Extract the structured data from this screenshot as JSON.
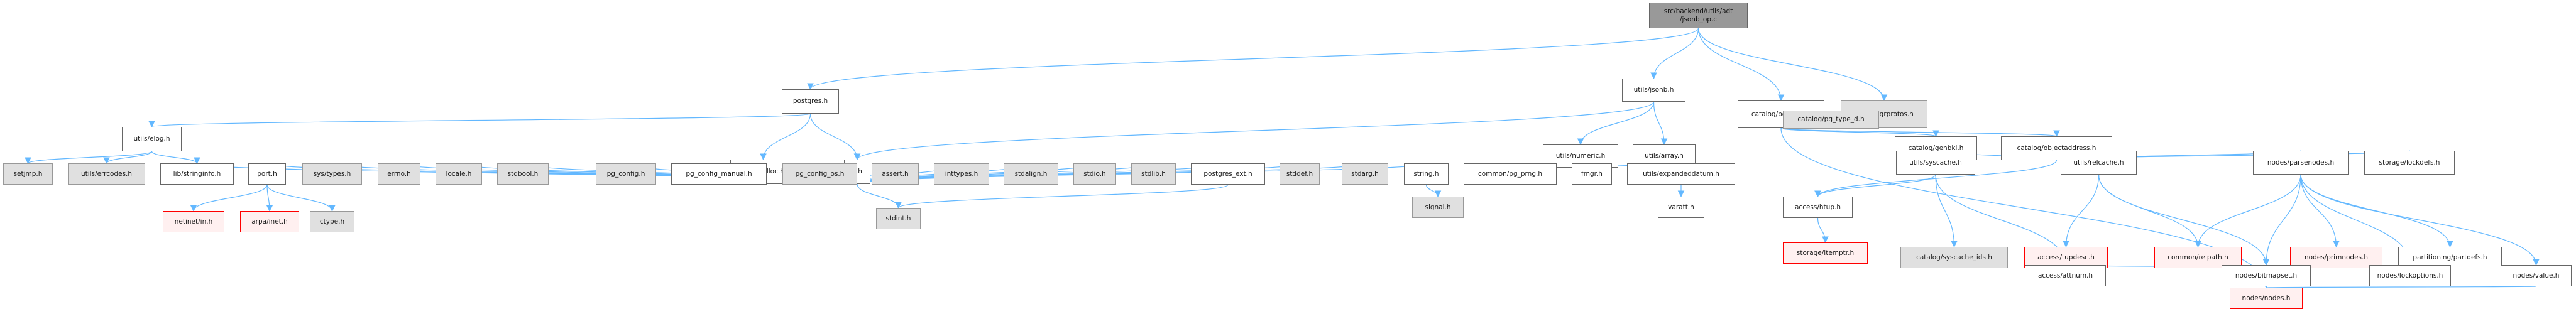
{
  "title": "src/backend/utils/adt/jsonb_op.c",
  "colors": {
    "edge": "#63b8ff",
    "root_fill": "#999999",
    "plain_fill": "#ffffff",
    "system_fill": "#e0e0e0",
    "missing_fill": "#fff0f0",
    "missing_border": "#ff0000"
  },
  "nodes": [
    {
      "id": "root",
      "label": "src/backend/utils/adt\n/jsonb_op.c",
      "style": "root"
    },
    {
      "id": "postgres",
      "label": "postgres.h",
      "style": "white"
    },
    {
      "id": "jsonb",
      "label": "utils/jsonb.h",
      "style": "white"
    },
    {
      "id": "pg_type",
      "label": "catalog/pg_type.h",
      "style": "white"
    },
    {
      "id": "fmgrprotos",
      "label": "utils/fmgrprotos.h",
      "style": "gray"
    },
    {
      "id": "elog",
      "label": "utils/elog.h",
      "style": "white"
    },
    {
      "id": "palloc",
      "label": "utils/palloc.h",
      "style": "white"
    },
    {
      "id": "c",
      "label": "c.h",
      "style": "white"
    },
    {
      "id": "numeric",
      "label": "utils/numeric.h",
      "style": "white"
    },
    {
      "id": "array",
      "label": "utils/array.h",
      "style": "white"
    },
    {
      "id": "pg_type_d",
      "label": "catalog/pg_type_d.h",
      "style": "gray"
    },
    {
      "id": "genbki",
      "label": "catalog/genbki.h",
      "style": "white"
    },
    {
      "id": "objectaddress",
      "label": "catalog/objectaddress.h",
      "style": "white"
    },
    {
      "id": "setjmp",
      "label": "setjmp.h",
      "style": "gray"
    },
    {
      "id": "errcodes",
      "label": "utils/errcodes.h",
      "style": "gray"
    },
    {
      "id": "stringinfo",
      "label": "lib/stringinfo.h",
      "style": "white"
    },
    {
      "id": "port",
      "label": "port.h",
      "style": "white"
    },
    {
      "id": "systypes",
      "label": "sys/types.h",
      "style": "gray"
    },
    {
      "id": "errno",
      "label": "errno.h",
      "style": "gray"
    },
    {
      "id": "locale",
      "label": "locale.h",
      "style": "gray"
    },
    {
      "id": "stdbool",
      "label": "stdbool.h",
      "style": "gray"
    },
    {
      "id": "pg_config",
      "label": "pg_config.h",
      "style": "gray"
    },
    {
      "id": "pg_config_manual",
      "label": "pg_config_manual.h",
      "style": "white"
    },
    {
      "id": "pg_config_os",
      "label": "pg_config_os.h",
      "style": "gray"
    },
    {
      "id": "assert",
      "label": "assert.h",
      "style": "gray"
    },
    {
      "id": "inttypes",
      "label": "inttypes.h",
      "style": "gray"
    },
    {
      "id": "stdalign",
      "label": "stdalign.h",
      "style": "gray"
    },
    {
      "id": "stdio",
      "label": "stdio.h",
      "style": "gray"
    },
    {
      "id": "stdlib",
      "label": "stdlib.h",
      "style": "gray"
    },
    {
      "id": "postgres_ext",
      "label": "postgres_ext.h",
      "style": "white"
    },
    {
      "id": "stddef",
      "label": "stddef.h",
      "style": "gray"
    },
    {
      "id": "stdarg",
      "label": "stdarg.h",
      "style": "gray"
    },
    {
      "id": "string",
      "label": "string.h",
      "style": "white"
    },
    {
      "id": "pg_prng",
      "label": "common/pg_prng.h",
      "style": "white"
    },
    {
      "id": "fmgr",
      "label": "fmgr.h",
      "style": "white"
    },
    {
      "id": "expandeddatum",
      "label": "utils/expandeddatum.h",
      "style": "white"
    },
    {
      "id": "syscache",
      "label": "utils/syscache.h",
      "style": "white"
    },
    {
      "id": "relcache",
      "label": "utils/relcache.h",
      "style": "white"
    },
    {
      "id": "parsenodes",
      "label": "nodes/parsenodes.h",
      "style": "white"
    },
    {
      "id": "lockdefs",
      "label": "storage/lockdefs.h",
      "style": "white"
    },
    {
      "id": "netinet_in",
      "label": "netinet/in.h",
      "style": "red"
    },
    {
      "id": "arpa_inet",
      "label": "arpa/inet.h",
      "style": "red"
    },
    {
      "id": "ctype",
      "label": "ctype.h",
      "style": "gray"
    },
    {
      "id": "stdint",
      "label": "stdint.h",
      "style": "gray"
    },
    {
      "id": "signal",
      "label": "signal.h",
      "style": "gray"
    },
    {
      "id": "varatt",
      "label": "varatt.h",
      "style": "white"
    },
    {
      "id": "htup",
      "label": "access/htup.h",
      "style": "white"
    },
    {
      "id": "syscache_ids",
      "label": "catalog/syscache_ids.h",
      "style": "gray"
    },
    {
      "id": "tupdesc",
      "label": "access/tupdesc.h",
      "style": "red"
    },
    {
      "id": "relpath",
      "label": "common/relpath.h",
      "style": "red"
    },
    {
      "id": "primnodes",
      "label": "nodes/primnodes.h",
      "style": "red"
    },
    {
      "id": "partdefs",
      "label": "partitioning/partdefs.h",
      "style": "white"
    },
    {
      "id": "itemptr",
      "label": "storage/itemptr.h",
      "style": "red"
    },
    {
      "id": "attnum",
      "label": "access/attnum.h",
      "style": "white"
    },
    {
      "id": "bitmapset",
      "label": "nodes/bitmapset.h",
      "style": "white"
    },
    {
      "id": "lockoptions",
      "label": "nodes/lockoptions.h",
      "style": "white"
    },
    {
      "id": "value",
      "label": "nodes/value.h",
      "style": "white"
    },
    {
      "id": "nodes",
      "label": "nodes/nodes.h",
      "style": "red"
    }
  ],
  "edges": [
    [
      "root",
      "postgres"
    ],
    [
      "root",
      "jsonb"
    ],
    [
      "root",
      "pg_type"
    ],
    [
      "root",
      "fmgrprotos"
    ],
    [
      "postgres",
      "elog"
    ],
    [
      "postgres",
      "palloc"
    ],
    [
      "postgres",
      "c"
    ],
    [
      "elog",
      "setjmp"
    ],
    [
      "elog",
      "errcodes"
    ],
    [
      "elog",
      "stringinfo"
    ],
    [
      "c",
      "stringinfo"
    ],
    [
      "c",
      "port"
    ],
    [
      "c",
      "systypes"
    ],
    [
      "c",
      "errno"
    ],
    [
      "c",
      "locale"
    ],
    [
      "c",
      "stdbool"
    ],
    [
      "c",
      "pg_config"
    ],
    [
      "c",
      "pg_config_manual"
    ],
    [
      "c",
      "pg_config_os"
    ],
    [
      "c",
      "assert"
    ],
    [
      "c",
      "inttypes"
    ],
    [
      "c",
      "stdalign"
    ],
    [
      "c",
      "stdio"
    ],
    [
      "c",
      "stdlib"
    ],
    [
      "c",
      "postgres_ext"
    ],
    [
      "c",
      "stddef"
    ],
    [
      "c",
      "stdarg"
    ],
    [
      "c",
      "string"
    ],
    [
      "c",
      "stdint"
    ],
    [
      "port",
      "netinet_in"
    ],
    [
      "port",
      "arpa_inet"
    ],
    [
      "port",
      "ctype"
    ],
    [
      "postgres_ext",
      "stdint"
    ],
    [
      "string",
      "signal"
    ],
    [
      "jsonb",
      "c"
    ],
    [
      "jsonb",
      "numeric"
    ],
    [
      "jsonb",
      "array"
    ],
    [
      "numeric",
      "pg_prng"
    ],
    [
      "numeric",
      "fmgr"
    ],
    [
      "array",
      "fmgr"
    ],
    [
      "array",
      "expandeddatum"
    ],
    [
      "expandeddatum",
      "varatt"
    ],
    [
      "pg_type",
      "pg_type_d"
    ],
    [
      "pg_type",
      "genbki"
    ],
    [
      "pg_type",
      "objectaddress"
    ],
    [
      "pg_type",
      "nodes"
    ],
    [
      "objectaddress",
      "htup"
    ],
    [
      "objectaddress",
      "syscache"
    ],
    [
      "objectaddress",
      "relcache"
    ],
    [
      "objectaddress",
      "parsenodes"
    ],
    [
      "objectaddress",
      "lockdefs"
    ],
    [
      "syscache",
      "htup"
    ],
    [
      "syscache",
      "syscache_ids"
    ],
    [
      "syscache",
      "attnum"
    ],
    [
      "htup",
      "itemptr"
    ],
    [
      "relcache",
      "tupdesc"
    ],
    [
      "relcache",
      "relpath"
    ],
    [
      "relcache",
      "bitmapset"
    ],
    [
      "tupdesc",
      "attnum"
    ],
    [
      "parsenodes",
      "relpath"
    ],
    [
      "parsenodes",
      "primnodes"
    ],
    [
      "parsenodes",
      "partdefs"
    ],
    [
      "parsenodes",
      "bitmapset"
    ],
    [
      "parsenodes",
      "lockoptions"
    ],
    [
      "parsenodes",
      "value"
    ],
    [
      "primnodes",
      "attnum"
    ],
    [
      "primnodes",
      "bitmapset"
    ],
    [
      "primnodes",
      "lockoptions"
    ],
    [
      "bitmapset",
      "nodes"
    ],
    [
      "value",
      "nodes"
    ]
  ]
}
